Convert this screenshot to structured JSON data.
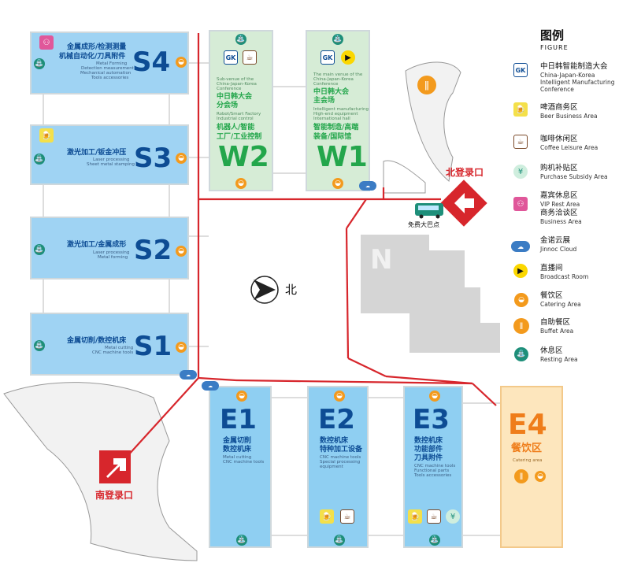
{
  "legend": {
    "title": "图例",
    "subtitle": "FIGURE",
    "items": [
      {
        "icon": "ck-logo-icon",
        "cn": "中日韩智能制造大会",
        "en": "China-Japan-Korea Intelligent Manufacturing Conference"
      },
      {
        "icon": "beer-icon",
        "cn": "啤酒商务区",
        "en": "Beer Business Area"
      },
      {
        "icon": "coffee-icon",
        "cn": "咖啡休闲区",
        "en": "Coffee Leisure Area"
      },
      {
        "icon": "subsidy-icon",
        "cn": "购机补贴区",
        "en": "Purchase Subsidy Area"
      },
      {
        "icon": "vip-icon",
        "cn": "嘉宾休息区",
        "cn2": "商务洽谈区",
        "en": "VIP Rest Area",
        "en2": "Business Area"
      },
      {
        "icon": "cloud-icon",
        "cn": "金诺云展",
        "en": "Jinnoc Cloud"
      },
      {
        "icon": "broadcast-icon",
        "cn": "直播间",
        "en": "Broadcast Room"
      },
      {
        "icon": "catering-icon",
        "cn": "餐饮区",
        "en": "Catering  Area"
      },
      {
        "icon": "buffet-icon",
        "cn": "自助餐区",
        "en": "Buffet Area"
      },
      {
        "icon": "rest-icon",
        "cn": "休息区",
        "en": "Resting Area"
      }
    ]
  },
  "halls": {
    "s4": {
      "code": "S4",
      "cn1": "金属成形/检测测量",
      "cn2": "机械自动化/刀具附件",
      "en1": "Metal Forming",
      "en2": "Detection measurement",
      "en3": "Mechanical automation",
      "en4": "Tools accessories"
    },
    "s3": {
      "code": "S3",
      "cn1": "激光加工/钣金冲压",
      "en1": "Laser processing",
      "en2": "Sheet metal stamping"
    },
    "s2": {
      "code": "S2",
      "cn1": "激光加工/金属成形",
      "en1": "Laser processing",
      "en2": "Metal forming"
    },
    "s1": {
      "code": "S1",
      "cn1": "金属切削/数控机床",
      "en1": "Metal cutting",
      "en2": "CNC machine tools"
    },
    "w2": {
      "code": "W2",
      "en1": "Sub-venue of the",
      "en2": "China-Japan-Korea",
      "en3": "Conference",
      "cn1": "中日韩大会",
      "cn2": "分会场",
      "en4": "Robot/Smart Factory",
      "en5": "Industrial control",
      "cn3": "机器人/智能",
      "cn4": "工厂/工业控制"
    },
    "w1": {
      "code": "W1",
      "en1": "The main venue of the",
      "en2": "China-Japan-Korea",
      "en3": "Conference",
      "cn1": "中日韩大会",
      "cn2": "主会场",
      "en4": "Intelligent manufacturing",
      "en5": "High-end equipment",
      "en6": "International hall",
      "cn3": "智能制造/高端",
      "cn4": "装备/国际馆"
    },
    "e1": {
      "code": "E1",
      "cn1": "金属切削",
      "cn2": "数控机床",
      "en1": "Metal cutting",
      "en2": "CNC machine tools"
    },
    "e2": {
      "code": "E2",
      "cn1": "数控机床",
      "cn2": "特种加工设备",
      "en1": "CNC machine tools",
      "en2": "Special processing",
      "en3": "equipment"
    },
    "e3": {
      "code": "E3",
      "cn1": "数控机床",
      "cn2": "功能部件",
      "cn3": "刀具附件",
      "en1": "CNC machine tools",
      "en2": "Functional parts",
      "en3": "Tools accessories"
    },
    "e4": {
      "code": "E4",
      "cn1": "餐饮区",
      "en1": "Catering area"
    }
  },
  "map": {
    "north_entrance": "北登录口",
    "south_entrance": "南登录口",
    "north_label": "北",
    "n_building": "N",
    "bus_stop": "免费大巴点",
    "cloud_label": "金诺云展"
  },
  "colors": {
    "route": "#d7262c",
    "blue_text": "#0d4c94",
    "green_text": "#23a64b",
    "orange": "#ef7d1a"
  }
}
